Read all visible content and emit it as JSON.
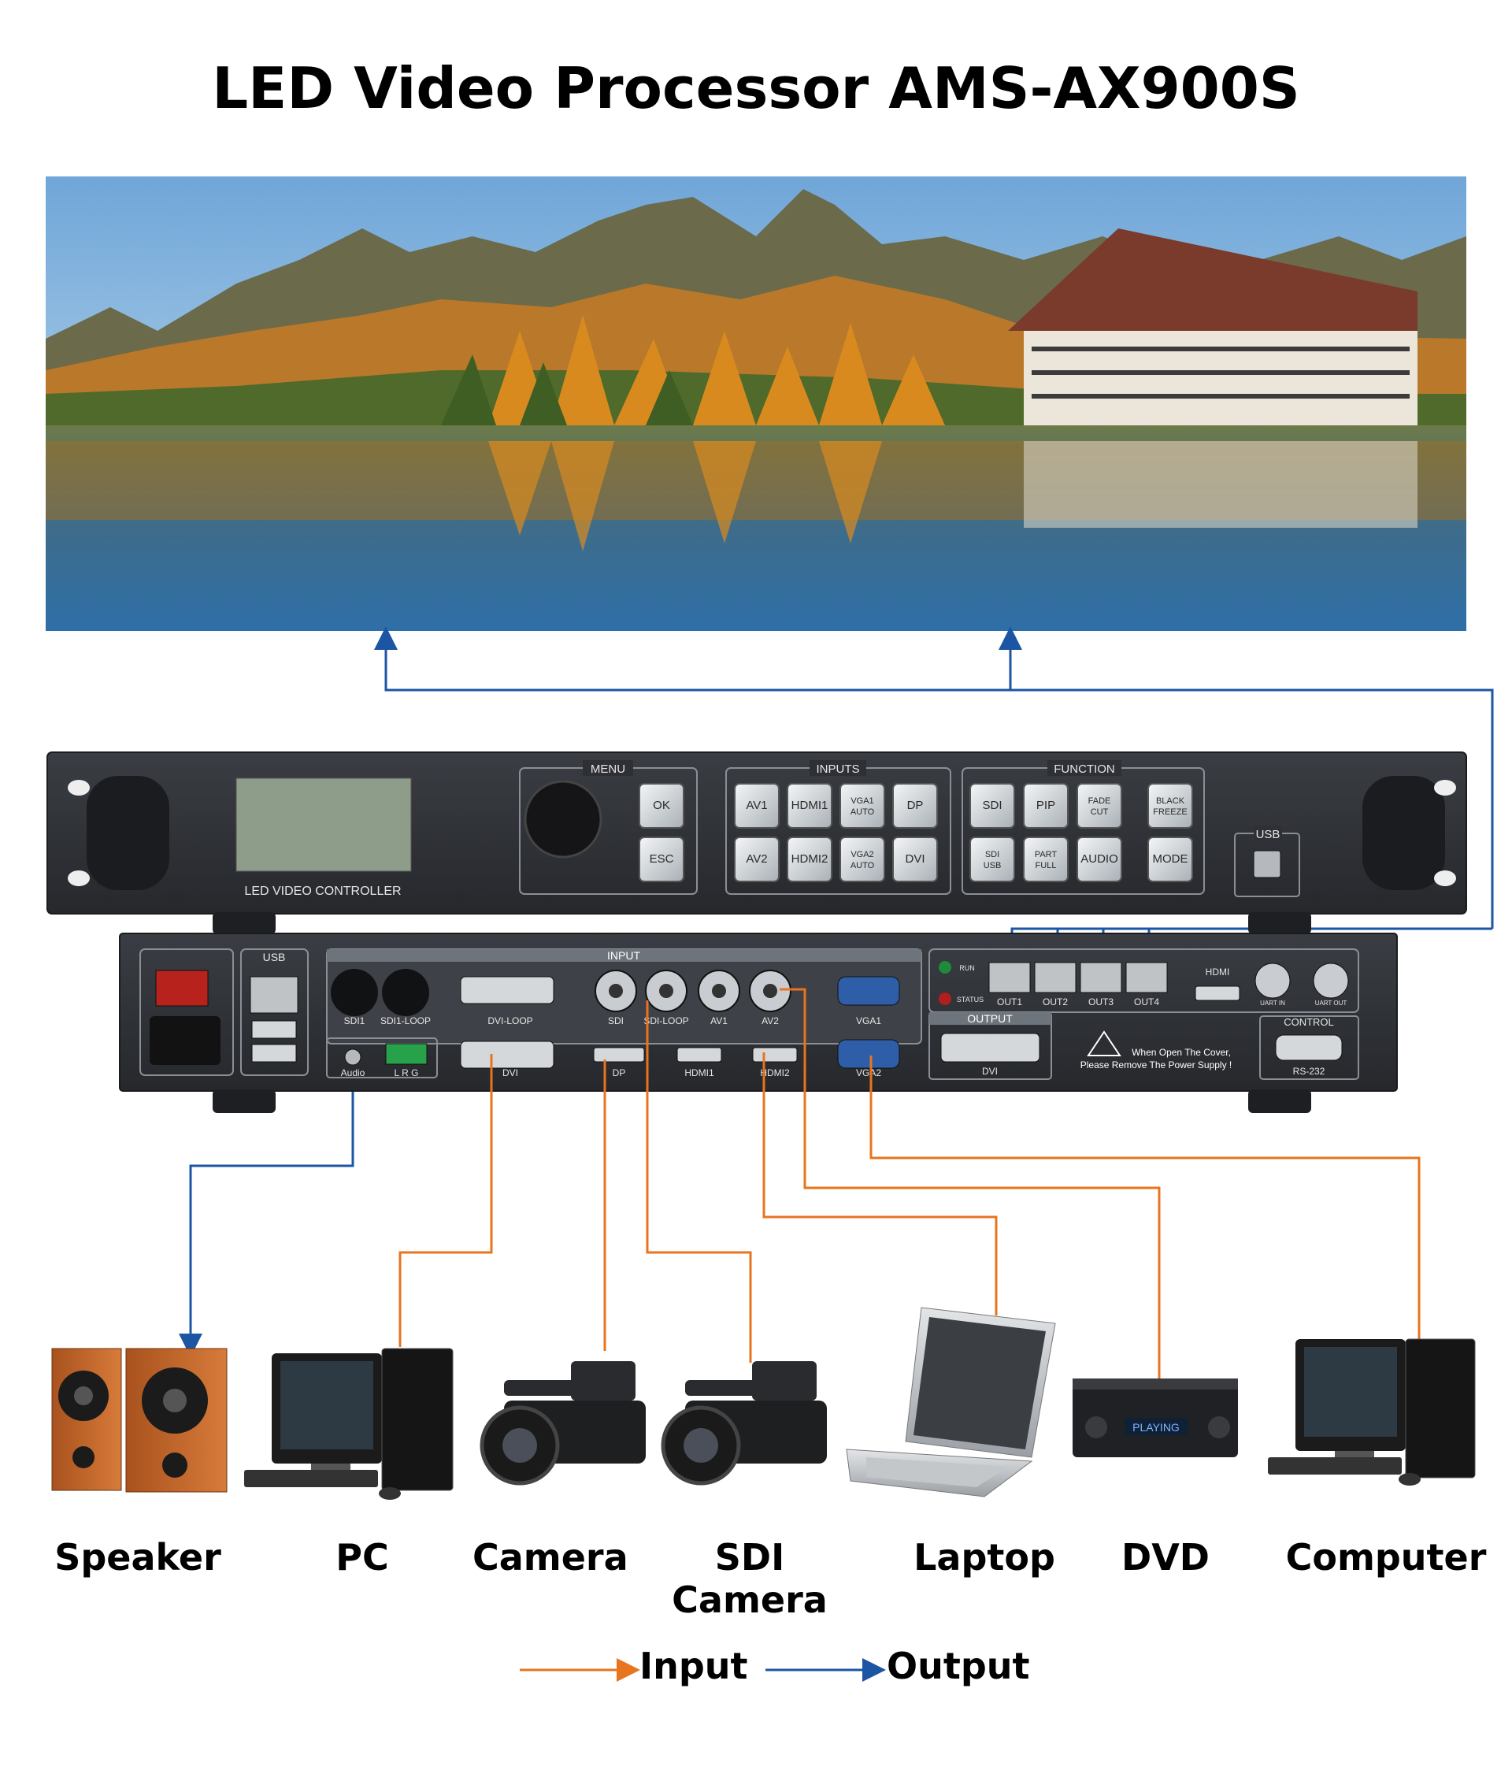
{
  "title": "LED Video Processor AMS-AX900S",
  "colors": {
    "input": "#e8741f",
    "output": "#1c55a3",
    "chassis": "#2e3035",
    "panel_line": "#8a8f96",
    "screen": "#8e9c8a"
  },
  "front_panel": {
    "lcd_caption": "LED VIDEO CONTROLLER",
    "menu_label": "MENU",
    "menu_buttons": [
      "OK",
      "ESC"
    ],
    "inputs_label": "INPUTS",
    "input_buttons": [
      "AV1",
      "HDMI1",
      "VGA1\nAUTO",
      "DP",
      "AV2",
      "HDMI2",
      "VGA2\nAUTO",
      "DVI"
    ],
    "function_label": "FUNCTION",
    "function_buttons": [
      "SDI",
      "PIP",
      "FADE\nCUT",
      "BLACK\nFREEZE",
      "SDI\nUSB",
      "PART\nFULL",
      "AUDIO",
      "MODE"
    ],
    "usb_label": "USB"
  },
  "rear_panel": {
    "usb_label": "USB",
    "input_label": "INPUT",
    "output_label": "OUTPUT",
    "control_label": "CONTROL",
    "run_label": "RUN",
    "status_label": "STATUS",
    "ports_top": [
      "SDI1",
      "SDI1-LOOP",
      "DVI-LOOP",
      "SDI",
      "SDI-LOOP",
      "AV1",
      "AV2",
      "VGA1"
    ],
    "ports_bottom": [
      "Audio",
      "L R G",
      "DVI",
      "DP",
      "HDMI1",
      "HDMI2",
      "VGA2"
    ],
    "outputs": [
      "OUT1",
      "OUT2",
      "OUT3",
      "OUT4"
    ],
    "hdmi_out": "HDMI",
    "uart_in": "UART IN",
    "uart_out": "UART OUT",
    "dvi_out": "DVI",
    "warning_line1": "When Open The Cover,",
    "warning_line2": "Please Remove The Power Supply !",
    "rs232": "RS-232"
  },
  "devices": [
    {
      "name": "Speaker",
      "icon": "speaker-icon"
    },
    {
      "name": "PC",
      "icon": "pc-icon"
    },
    {
      "name": "Camera",
      "icon": "camera-icon"
    },
    {
      "name": "SDI Camera",
      "icon": "sdi-camera-icon"
    },
    {
      "name": "Laptop",
      "icon": "laptop-icon"
    },
    {
      "name": "DVD",
      "icon": "dvd-icon"
    },
    {
      "name": "Computer",
      "icon": "computer-icon"
    }
  ],
  "dvd_display": "PLAYING",
  "legend": {
    "input": "Input",
    "output": "Output"
  }
}
